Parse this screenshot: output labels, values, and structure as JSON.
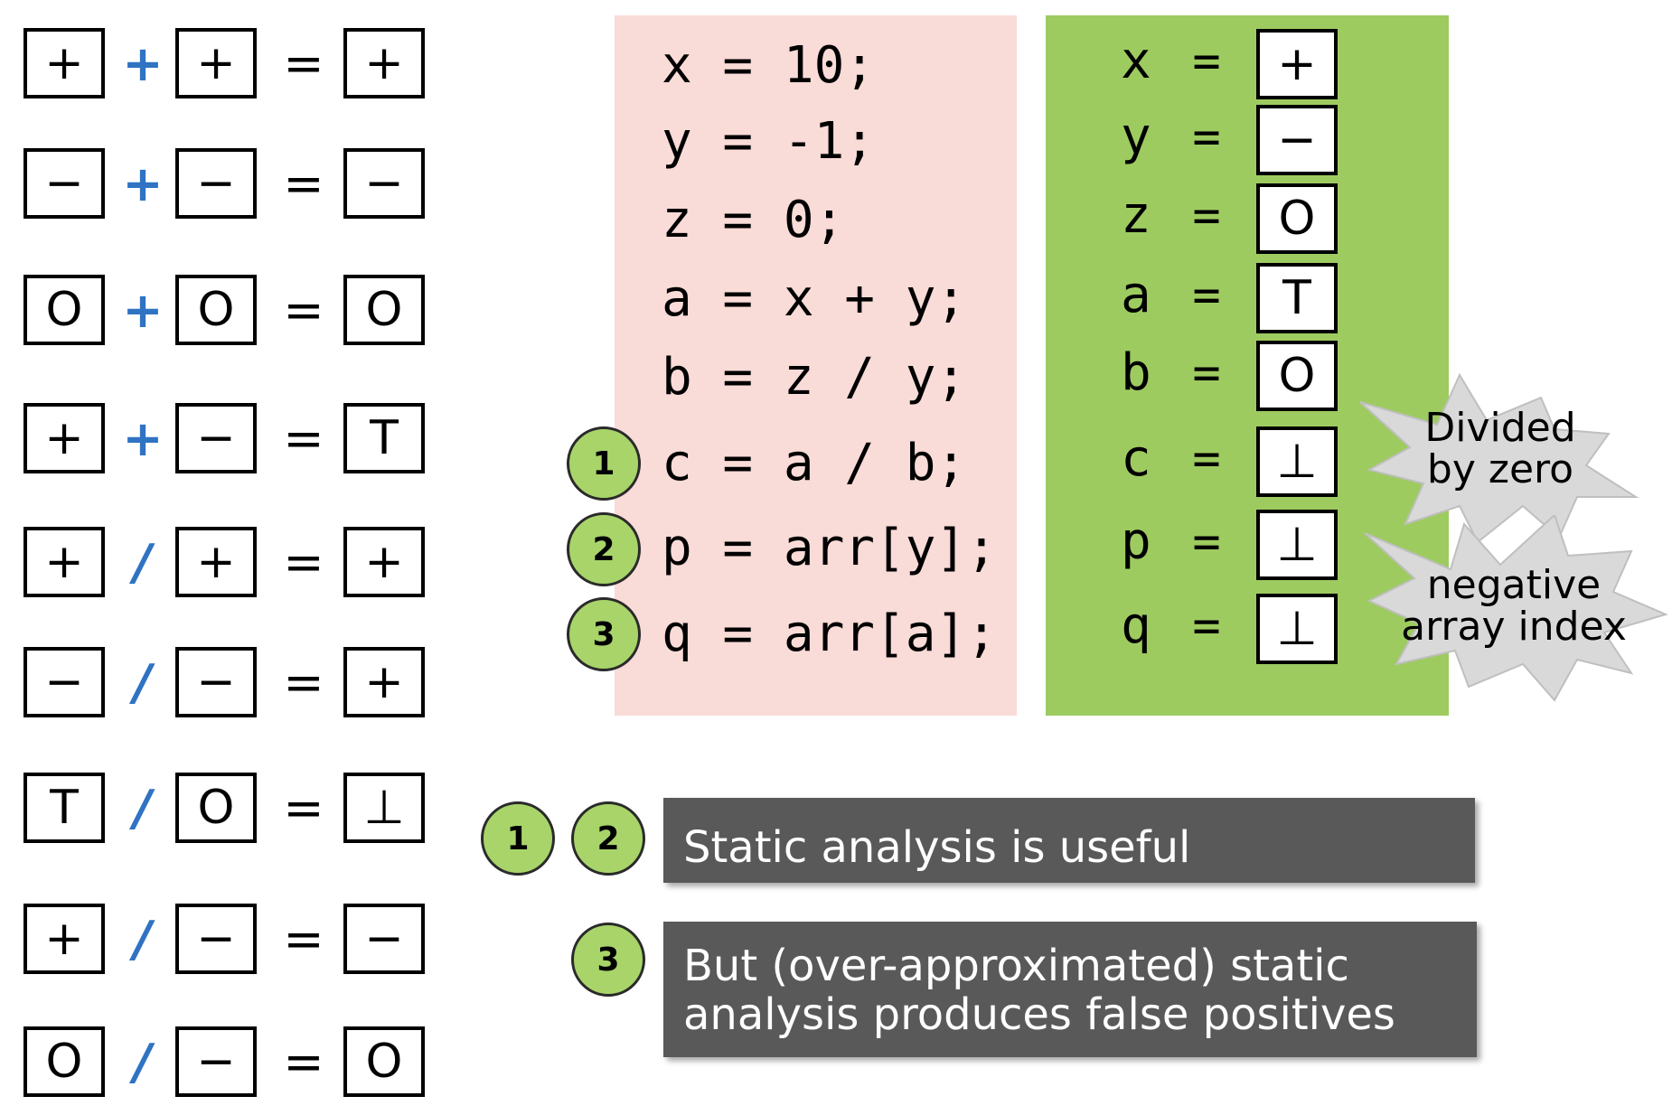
{
  "rules": [
    {
      "lhs": "+",
      "op": "+",
      "rhs": "+",
      "eq": "=",
      "res": "+"
    },
    {
      "lhs": "−",
      "op": "+",
      "rhs": "−",
      "eq": "=",
      "res": "−"
    },
    {
      "lhs": "O",
      "op": "+",
      "rhs": "O",
      "eq": "=",
      "res": "O"
    },
    {
      "lhs": "+",
      "op": "+",
      "rhs": "−",
      "eq": "=",
      "res": "T"
    },
    {
      "lhs": "+",
      "op": "/",
      "rhs": "+",
      "eq": "=",
      "res": "+"
    },
    {
      "lhs": "−",
      "op": "/",
      "rhs": "−",
      "eq": "=",
      "res": "+"
    },
    {
      "lhs": "T",
      "op": "/",
      "rhs": "O",
      "eq": "=",
      "res": "⊥"
    },
    {
      "lhs": "+",
      "op": "/",
      "rhs": "−",
      "eq": "=",
      "res": "−"
    },
    {
      "lhs": "O",
      "op": "/",
      "rhs": "−",
      "eq": "=",
      "res": "O"
    }
  ],
  "code": [
    "x = 10;",
    "y = -1;",
    "z = 0;",
    "a = x + y;",
    "b = z / y;",
    "c = a / b;",
    "p = arr[y];",
    "q = arr[a];"
  ],
  "code_markers": [
    "1",
    "2",
    "3"
  ],
  "abstract": [
    {
      "var": "x",
      "eq": "=",
      "val": "+"
    },
    {
      "var": "y",
      "eq": "=",
      "val": "−"
    },
    {
      "var": "z",
      "eq": "=",
      "val": "O"
    },
    {
      "var": "a",
      "eq": "=",
      "val": "T"
    },
    {
      "var": "b",
      "eq": "=",
      "val": "O"
    },
    {
      "var": "c",
      "eq": "=",
      "val": "⊥"
    },
    {
      "var": "p",
      "eq": "=",
      "val": "⊥"
    },
    {
      "var": "q",
      "eq": "=",
      "val": "⊥"
    }
  ],
  "bursts": [
    {
      "line1": "Divided",
      "line2": "by zero"
    },
    {
      "line1": "negative",
      "line2": "array index"
    }
  ],
  "conclusions": [
    {
      "markers": [
        "1",
        "2"
      ],
      "text": "Static analysis is useful"
    },
    {
      "markers": [
        "3"
      ],
      "line1": "But (over-approximated) static",
      "line2": "analysis produces false positives"
    }
  ],
  "colors": {
    "operator_blue": "#2f73c2",
    "code_panel": "#f9dbd7",
    "abstract_panel": "#9ecb60",
    "marker_green": "#a8d46a",
    "bar_gray": "#595959",
    "burst_gray": "#d9d9d9"
  }
}
